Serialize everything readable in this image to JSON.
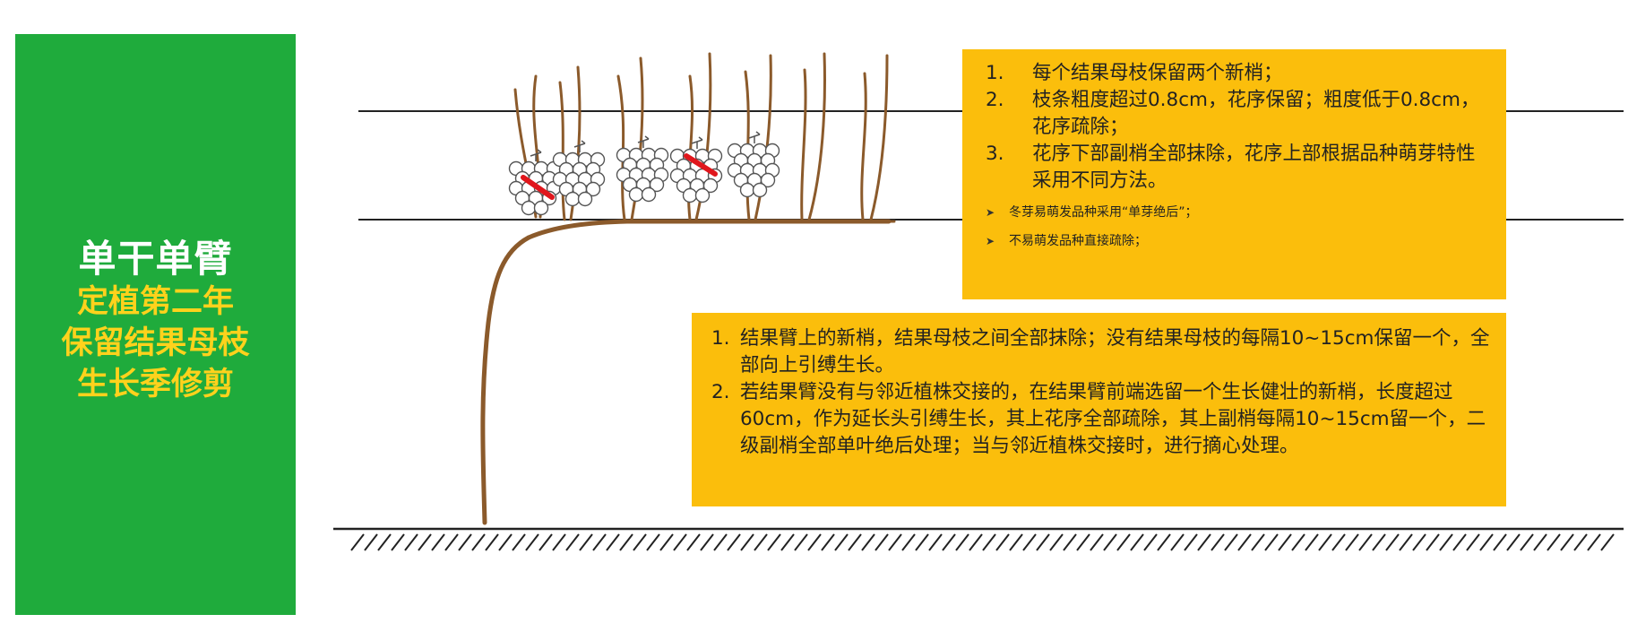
{
  "side_panel": {
    "title": "单干单臂",
    "lines": [
      "定植第二年",
      "保留结果母枝",
      "生长季修剪"
    ],
    "bg_color": "#1fab3c",
    "title_color": "#ffffff",
    "line_color": "#ffd21c"
  },
  "top_box": {
    "items": [
      {
        "num": "1.",
        "text": "每个结果母枝保留两个新梢；"
      },
      {
        "num": "2.",
        "text": "枝条粗度超过0.8cm，花序保留；粗度低于0.8cm，花序疏除；"
      },
      {
        "num": "3.",
        "text": "花序下部副梢全部抹除，花序上部根据品种萌芽特性采用不同方法。"
      }
    ],
    "bullets": [
      "冬芽易萌发品种采用“单芽绝后”；",
      "不易萌发品种直接疏除；"
    ]
  },
  "bottom_box": {
    "items": [
      {
        "num": "1.",
        "text": "结果臂上的新梢，结果母枝之间全部抹除；没有结果母枝的每隔10~15cm保留一个，全部向上引缚生长。"
      },
      {
        "num": "2.",
        "text": "若结果臂没有与邻近植株交接的，在结果臂前端选留一个生长健壮的新梢，长度超过60cm，作为延长头引缚生长，其上花序全部疏除，其上副梢每隔10~15cm留一个，二级副梢全部单叶绝后处理；当与邻近植株交接时，进行摘心处理。"
      }
    ]
  },
  "colors": {
    "box_fill": "#fbbe0c",
    "vine": "#8b5a2b",
    "wire": "#222222",
    "cut_mark": "#e0161c"
  }
}
